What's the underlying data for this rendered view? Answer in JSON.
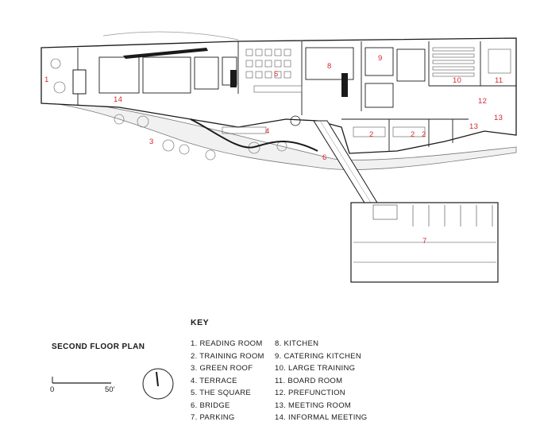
{
  "plan_title": "SECOND FLOOR PLAN",
  "key": {
    "heading": "KEY",
    "items": [
      "1. READING ROOM",
      "2. TRAINING ROOM",
      "3. GREEN ROOF",
      "4. TERRACE",
      "5. THE SQUARE",
      "6. BRIDGE",
      "7. PARKING",
      "8.  KITCHEN",
      "9.  CATERING KITCHEN",
      "10. LARGE TRAINING",
      "11. BOARD ROOM",
      "12. PREFUNCTION",
      "13. MEETING ROOM",
      "14. INFORMAL MEETING"
    ]
  },
  "room_numbers": [
    "1",
    "14",
    "5",
    "8",
    "9",
    "10",
    "11",
    "12",
    "13",
    "13",
    "2",
    "2",
    "2",
    "3",
    "4",
    "6",
    "7"
  ],
  "scale": {
    "start_label": "0",
    "end_label": "50'"
  },
  "colors": {
    "room_number": "#d7262d",
    "line": "#1a1a1a",
    "roof_fill": "#eeeeee"
  }
}
